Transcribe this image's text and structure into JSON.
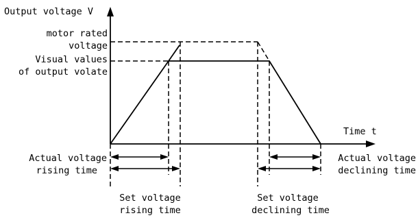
{
  "diagram": {
    "labels": {
      "y_axis": "Output voltage V",
      "x_axis": "Time t",
      "rated_voltage_line1": "motor rated",
      "rated_voltage_line2": "voltage",
      "visual_values_line1": "Visual values",
      "visual_values_line2": "of output volate",
      "actual_rising_line1": "Actual voltage",
      "actual_rising_line2": "rising time",
      "actual_declining_line1": "Actual voltage",
      "actual_declining_line2": "declining time",
      "set_rising_line1": "Set voltage",
      "set_rising_line2": "rising time",
      "set_declining_line1": "Set voltage",
      "set_declining_line2": "declining time"
    }
  }
}
